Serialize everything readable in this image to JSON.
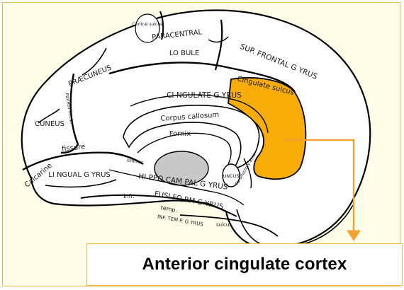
{
  "colors": {
    "highlight": "#f8ac08",
    "callout_line": "#f2a133",
    "frame_border": "#f2b84b",
    "panel_bg": "#fffde8"
  },
  "labels": {
    "central_sulcus": "Central sulcus",
    "paracentral": "PARACENTRAL",
    "lobule": "LO BULE",
    "sup_frontal_gyrus": "SUP. FRONTAL G YRUS",
    "praecuneus": "PRÆCUNEUS",
    "cingulate_sulcus": "Cingulate sulcus",
    "cingulate_gyrus": "CI NGULATE G YRUS",
    "parieto_occipital": "Parieto-occip.",
    "cuneus": "CUNEUS",
    "corpus_callosum": "Corpus callosum",
    "fornix": "Fornix",
    "fissure": "fissure",
    "calcarine": "Calcarine",
    "splenium": "isthmus",
    "lingual_gyrus": "LI NGUAL G YRUS",
    "hippocampal_gyrus": "HI PPO CAM PAL G YRUS",
    "uncus": "UNCUS",
    "parolfactory": "Parolfactory area",
    "fusiform_gyrus": "FUSI FO RM G YRUS",
    "infr": "Infr.",
    "temp": "temp.",
    "inf_temp_gyrus": "INF. TEM P. G YRUS",
    "sulcus": "sulcus"
  },
  "callout": {
    "text": "Anterior cingulate cortex"
  }
}
